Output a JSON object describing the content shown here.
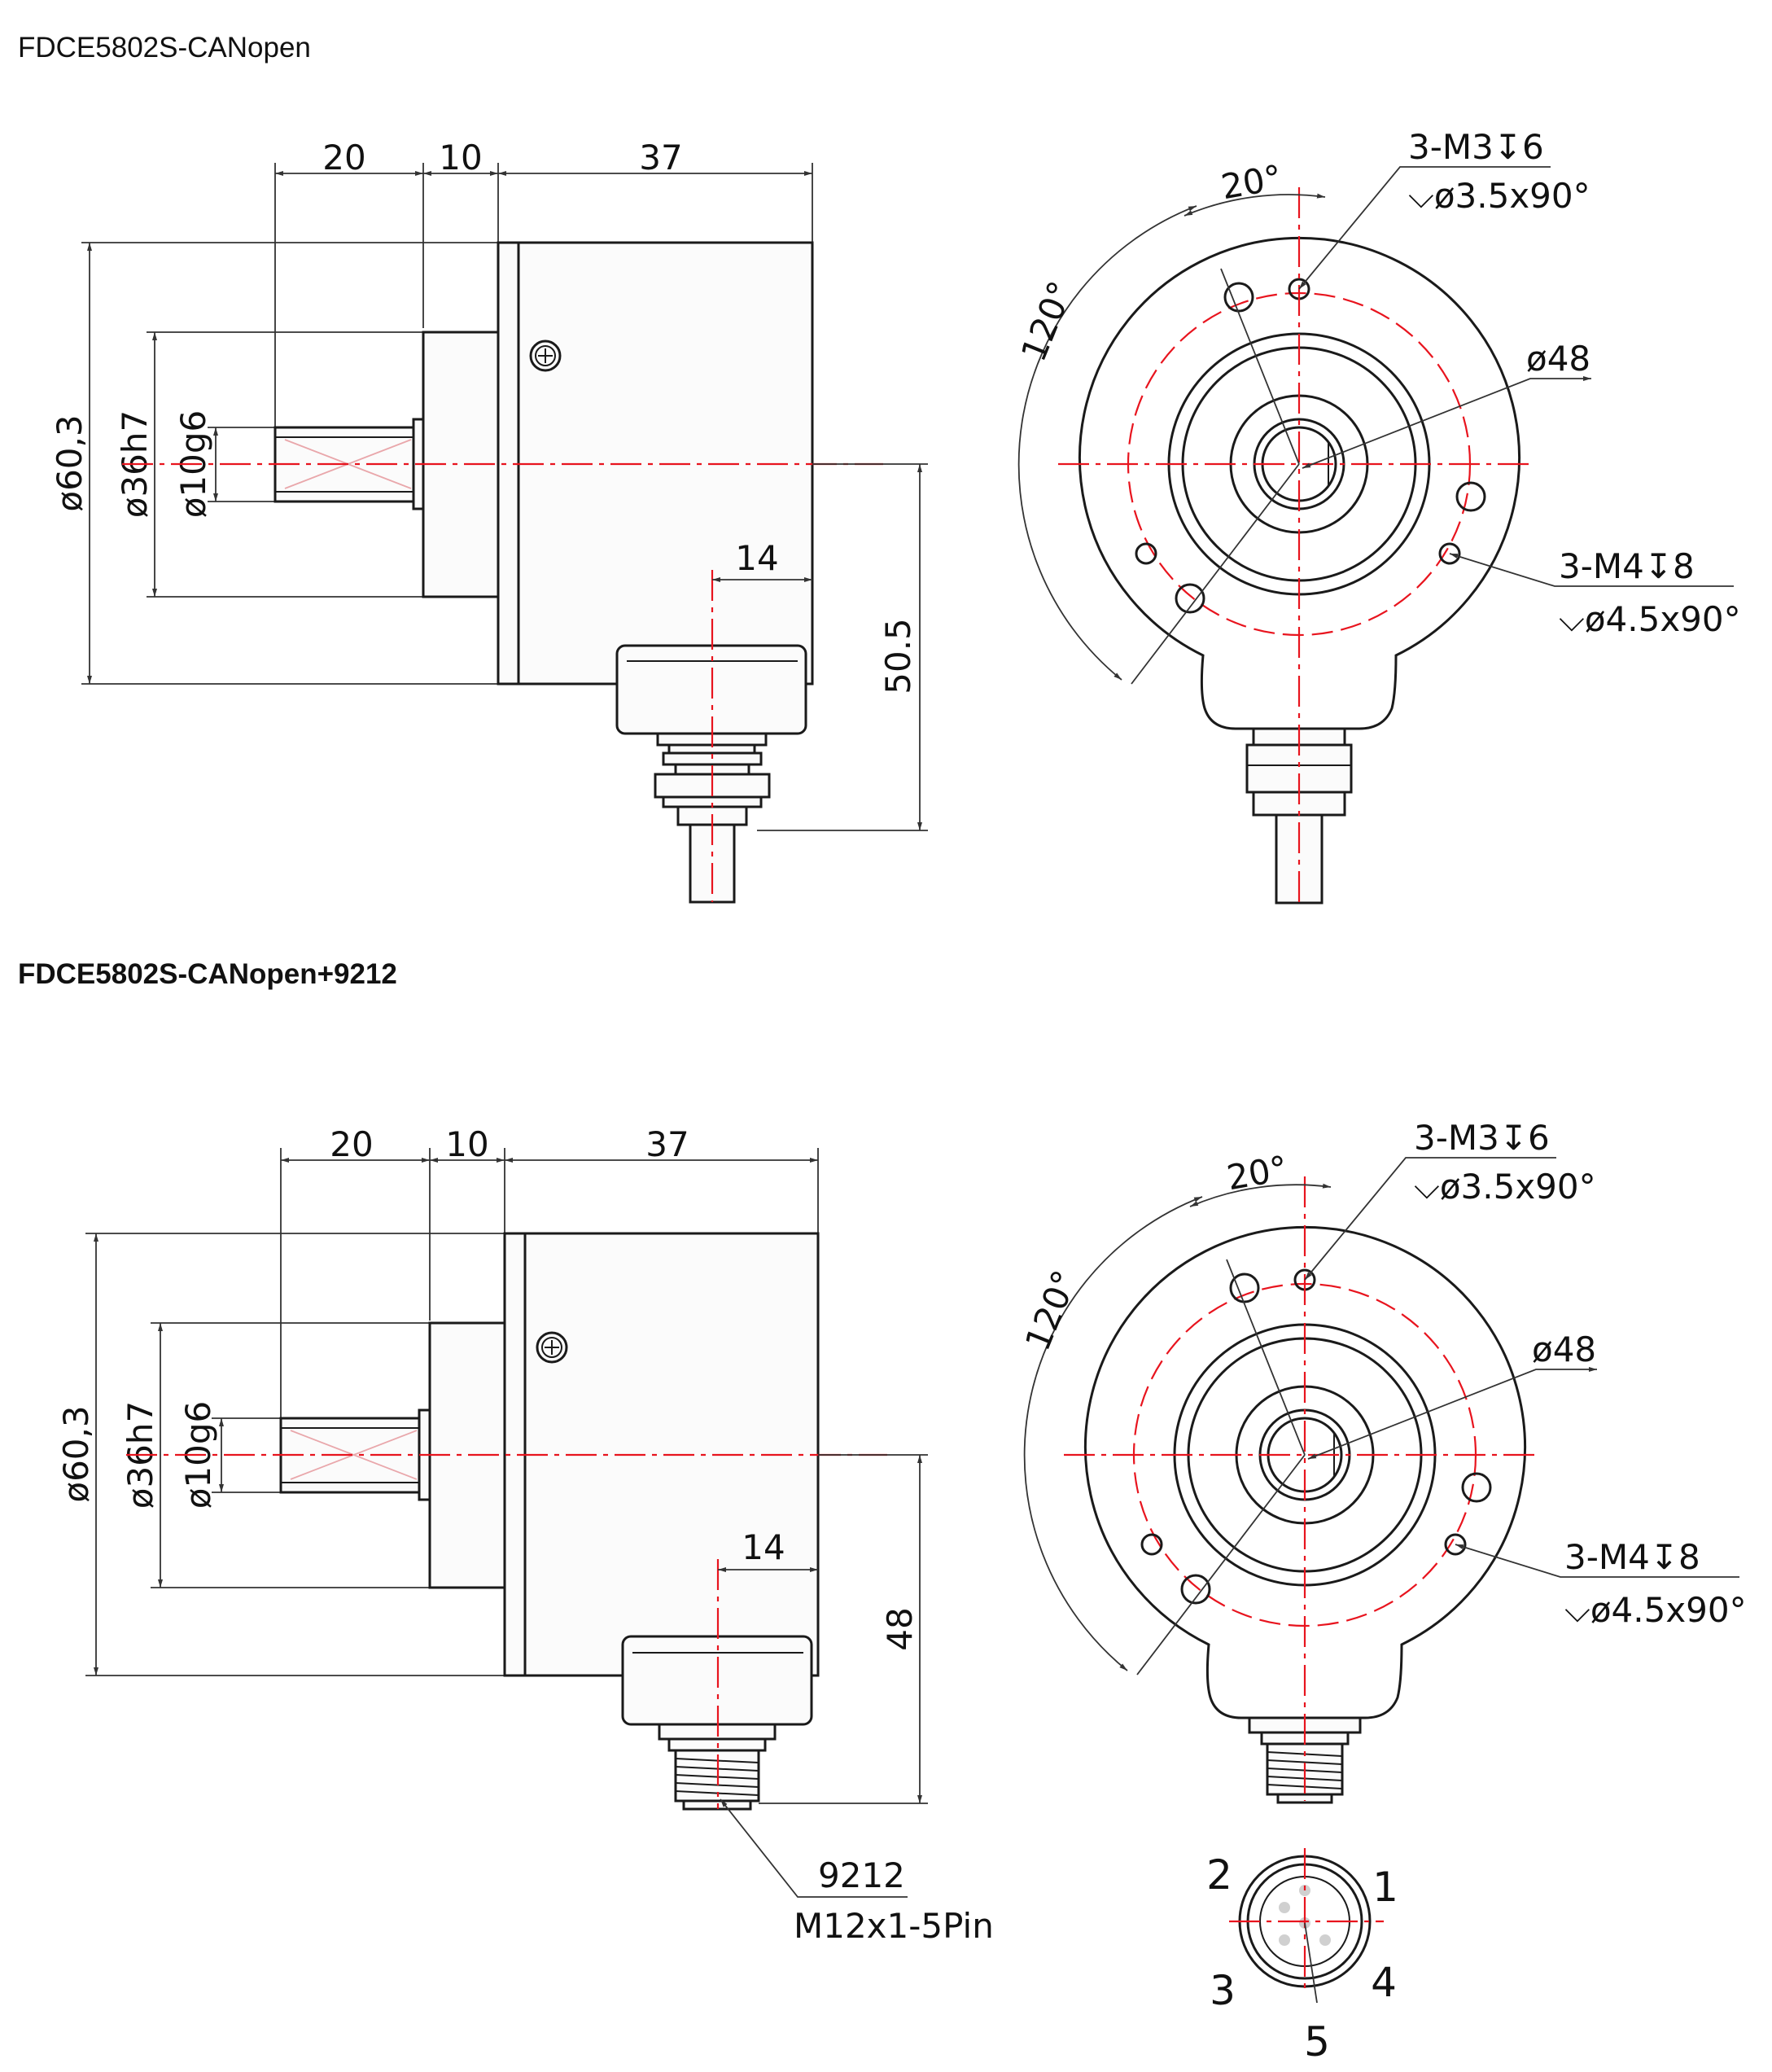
{
  "drawing_1": {
    "title": "FDCE5802S-CANopen",
    "side_view": {
      "dim_shaft_length": "20",
      "dim_flange_length": "10",
      "dim_body_length": "37",
      "dim_body_diameter": "ø60,3",
      "dim_spigot_diameter": "ø36h7",
      "dim_shaft_diameter": "ø10g6",
      "dim_connector_offset": "14",
      "dim_connector_height": "50.5"
    },
    "front_view": {
      "angle_small": "20°",
      "angle_large": "120°",
      "holes_m3_thread": "3-M3↧6",
      "holes_m3_countersink": "⌵ø3.5x90°",
      "pcd_diameter": "ø48",
      "holes_m4_thread": "3-M4↧8",
      "holes_m4_countersink": "⌵ø4.5x90°"
    }
  },
  "drawing_2": {
    "title": "FDCE5802S-CANopen+9212",
    "side_view": {
      "dim_shaft_length": "20",
      "dim_flange_length": "10",
      "dim_body_length": "37",
      "dim_body_diameter": "ø60,3",
      "dim_spigot_diameter": "ø36h7",
      "dim_shaft_diameter": "ø10g6",
      "dim_connector_offset": "14",
      "dim_connector_height": "48",
      "connector_type": "9212",
      "connector_spec": "M12x1-5Pin"
    },
    "front_view": {
      "angle_small": "20°",
      "angle_large": "120°",
      "holes_m3_thread": "3-M3↧6",
      "holes_m3_countersink": "⌵ø3.5x90°",
      "pcd_diameter": "ø48",
      "holes_m4_thread": "3-M4↧8",
      "holes_m4_countersink": "⌵ø4.5x90°"
    },
    "pinout": {
      "pin_1": "1",
      "pin_2": "2",
      "pin_3": "3",
      "pin_4": "4",
      "pin_5": "5"
    }
  },
  "colors": {
    "outline": "#1a1a1a",
    "centerline": "#e8141e",
    "dimension": "#333333"
  }
}
